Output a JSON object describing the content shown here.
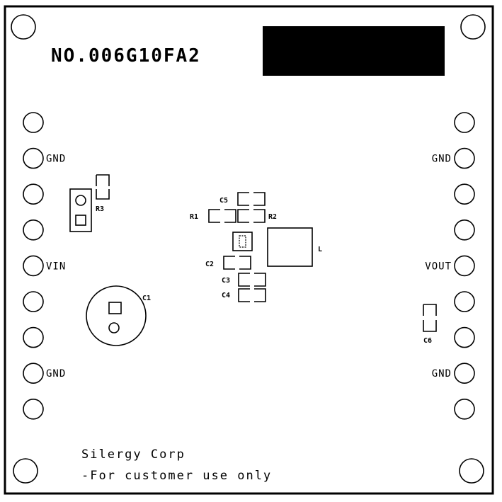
{
  "board": {
    "part_number": "NO.006G10FA2",
    "footer_line1": "Silergy Corp",
    "footer_line2": "-For customer use only"
  },
  "left_pins": [
    "",
    "GND",
    "",
    "",
    "VIN",
    "",
    "",
    "GND",
    ""
  ],
  "right_pins": [
    "",
    "GND",
    "",
    "",
    "VOUT",
    "",
    "",
    "GND",
    ""
  ],
  "components": {
    "c5": "C5",
    "r1": "R1",
    "r2": "R2",
    "c2": "C2",
    "c3": "C3",
    "c4": "C4",
    "l": "L",
    "r3": "R3",
    "c1": "C1",
    "c6": "C6"
  },
  "colors": {
    "board": "#ffffff",
    "silkscreen": "#000000",
    "label_block": "#000000"
  }
}
